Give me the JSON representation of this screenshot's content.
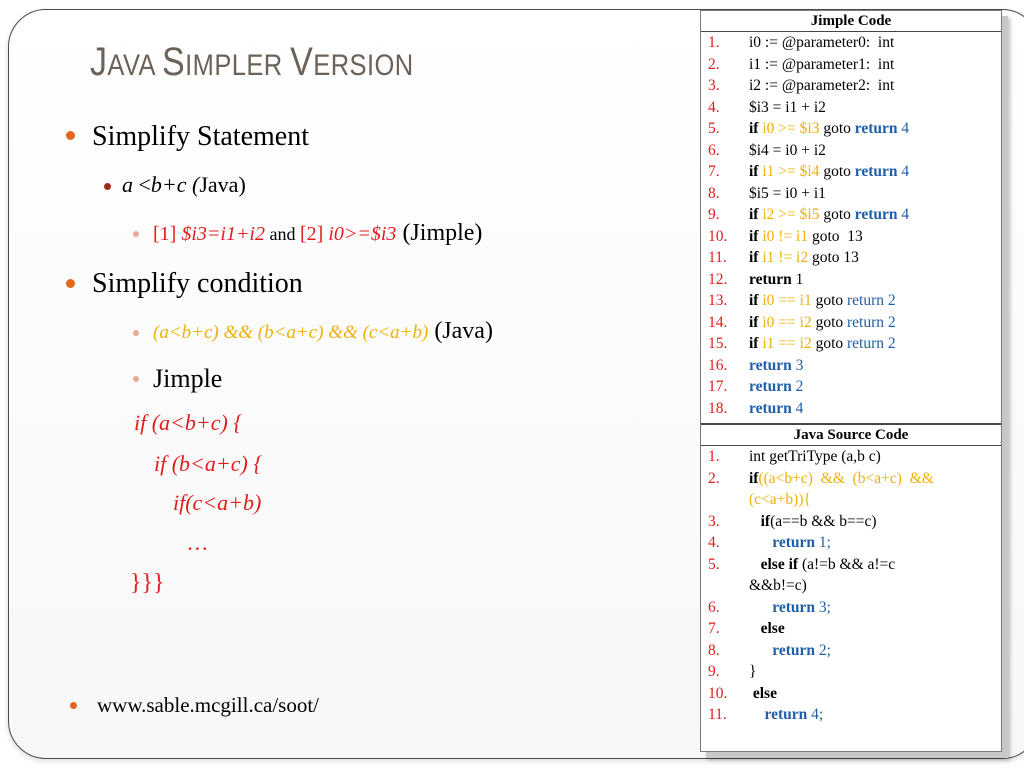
{
  "slide": {
    "title_parts": [
      {
        "cap": "J",
        "rest": "AVA "
      },
      {
        "cap": "S",
        "rest": "IMPLER "
      },
      {
        "cap": "V",
        "rest": "ERSION"
      }
    ],
    "b1": "Simplify Statement",
    "b1_sub": {
      "a": "a ",
      "lt": "<",
      "bc": "b+c (",
      "java": "Java)"
    },
    "b1_sub2": {
      "n1": "[1] ",
      "e1": "$i3=i1+i2",
      "and": " and ",
      "n2": "[2] ",
      "e2": "i0>=$i3",
      "tail": " (Jimple)"
    },
    "b2": "Simplify condition",
    "b2_sub1": {
      "cond": "(a<b+c) && (b<a+c) && (c<a+b)",
      "tail": " (Java)"
    },
    "b2_sub2": "Jimple",
    "code_lines": [
      "if (a<b+c) {",
      "if (b<a+c) {",
      "if(c<a+b)",
      "…",
      "}}}"
    ],
    "link": "www.sable.mcgill.ca/soot/"
  },
  "jimple": {
    "header": "Jimple Code",
    "rows": [
      {
        "n": "1.",
        "segs": [
          {
            "t": "i0 := @parameter0:  int",
            "c": ""
          }
        ]
      },
      {
        "n": "2.",
        "segs": [
          {
            "t": "i1 := @parameter1:  int",
            "c": ""
          }
        ]
      },
      {
        "n": "3.",
        "segs": [
          {
            "t": "i2 := @parameter2:  int",
            "c": ""
          }
        ]
      },
      {
        "n": "4.",
        "segs": [
          {
            "t": "$i3 = i1 + i2",
            "c": ""
          }
        ]
      },
      {
        "n": "5.",
        "segs": [
          {
            "t": "if ",
            "c": "kwb"
          },
          {
            "t": "i0 >= $i3",
            "c": "yel"
          },
          {
            "t": " goto ",
            "c": ""
          },
          {
            "t": "return",
            "c": "kw"
          },
          {
            "t": " 4",
            "c": "blu"
          }
        ]
      },
      {
        "n": "6.",
        "segs": [
          {
            "t": "$i4 = i0 + i2",
            "c": ""
          }
        ]
      },
      {
        "n": "7.",
        "segs": [
          {
            "t": "if ",
            "c": "kwb"
          },
          {
            "t": "i1 >= $i4",
            "c": "yel"
          },
          {
            "t": " goto ",
            "c": ""
          },
          {
            "t": "return",
            "c": "kw"
          },
          {
            "t": " 4",
            "c": "blu"
          }
        ]
      },
      {
        "n": "8.",
        "segs": [
          {
            "t": "$i5 = i0 + i1",
            "c": ""
          }
        ]
      },
      {
        "n": "9.",
        "segs": [
          {
            "t": "if ",
            "c": "kwb"
          },
          {
            "t": "i2 >= $i5",
            "c": "yel"
          },
          {
            "t": " goto ",
            "c": ""
          },
          {
            "t": "return",
            "c": "kw"
          },
          {
            "t": " 4",
            "c": "blu"
          }
        ]
      },
      {
        "n": "10.",
        "segs": [
          {
            "t": "if ",
            "c": "kwb"
          },
          {
            "t": "i0 != i1",
            "c": "yel"
          },
          {
            "t": " goto  13",
            "c": ""
          }
        ]
      },
      {
        "n": "11.",
        "segs": [
          {
            "t": "if ",
            "c": "kwb"
          },
          {
            "t": "i1 != i2",
            "c": "yel"
          },
          {
            "t": " goto 13",
            "c": ""
          }
        ]
      },
      {
        "n": "12.",
        "segs": [
          {
            "t": "return",
            "c": "kwb"
          },
          {
            "t": " 1",
            "c": ""
          }
        ]
      },
      {
        "n": "13.",
        "segs": [
          {
            "t": "if ",
            "c": "kwb"
          },
          {
            "t": "i0 == i1",
            "c": "yel"
          },
          {
            "t": " goto ",
            "c": ""
          },
          {
            "t": "return 2",
            "c": "blu"
          }
        ]
      },
      {
        "n": "14.",
        "segs": [
          {
            "t": "if ",
            "c": "kwb"
          },
          {
            "t": "i0 == i2",
            "c": "yel"
          },
          {
            "t": " goto ",
            "c": ""
          },
          {
            "t": "return 2",
            "c": "blu"
          }
        ]
      },
      {
        "n": "15.",
        "segs": [
          {
            "t": "if ",
            "c": "kwb"
          },
          {
            "t": "i1 == i2",
            "c": "yel"
          },
          {
            "t": " goto ",
            "c": ""
          },
          {
            "t": "return 2",
            "c": "blu"
          }
        ]
      },
      {
        "n": "16.",
        "segs": [
          {
            "t": "return",
            "c": "kw"
          },
          {
            "t": " 3",
            "c": "blu"
          }
        ]
      },
      {
        "n": "17.",
        "segs": [
          {
            "t": "return",
            "c": "kw"
          },
          {
            "t": " 2",
            "c": "blu"
          }
        ]
      },
      {
        "n": "18.",
        "segs": [
          {
            "t": "return",
            "c": "kw"
          },
          {
            "t": " 4",
            "c": "blu"
          }
        ]
      }
    ]
  },
  "java": {
    "header": "Java Source Code",
    "rows": [
      {
        "n": "1.",
        "segs": [
          {
            "t": "int getTriType (a,b c)",
            "c": ""
          }
        ]
      },
      {
        "n": "2.",
        "segs": [
          {
            "t": "if",
            "c": "kwb"
          },
          {
            "t": "((a<b+c)  &&  (b<a+c)  &&",
            "c": "yel"
          }
        ]
      },
      {
        "n": "",
        "segs": [
          {
            "t": "(c<a+b)){",
            "c": "yel"
          }
        ]
      },
      {
        "n": "3.",
        "segs": [
          {
            "t": "   if",
            "c": "kwb"
          },
          {
            "t": "(a==b && b==c)",
            "c": ""
          }
        ]
      },
      {
        "n": "4.",
        "segs": [
          {
            "t": "      return",
            "c": "kw"
          },
          {
            "t": " 1;",
            "c": "blu"
          }
        ]
      },
      {
        "n": "5.",
        "segs": [
          {
            "t": "   else if",
            "c": "kwb"
          },
          {
            "t": " (a!=b && a!=c",
            "c": ""
          }
        ]
      },
      {
        "n": "",
        "segs": [
          {
            "t": "&&b!=c)",
            "c": ""
          }
        ]
      },
      {
        "n": "6.",
        "segs": [
          {
            "t": "      return",
            "c": "kw"
          },
          {
            "t": " 3;",
            "c": "blu"
          }
        ]
      },
      {
        "n": "7.",
        "segs": [
          {
            "t": "   else",
            "c": "kwb"
          }
        ]
      },
      {
        "n": "8.",
        "segs": [
          {
            "t": "      return",
            "c": "kw"
          },
          {
            "t": " 2;",
            "c": "blu"
          }
        ]
      },
      {
        "n": "9.",
        "segs": [
          {
            "t": "}",
            "c": ""
          }
        ]
      },
      {
        "n": "10.",
        "segs": [
          {
            "t": " else",
            "c": "kwb"
          }
        ]
      },
      {
        "n": "11.",
        "segs": [
          {
            "t": "    return",
            "c": "kw"
          },
          {
            "t": " 4;",
            "c": "blu"
          }
        ]
      }
    ]
  },
  "colors": {
    "accent_red": "#e11c1c",
    "accent_orange": "#efb008",
    "keyword_blue": "#1f5fa8",
    "bullet_orange": "#e2661b",
    "bullet_dark": "#9c2b1a",
    "bullet_light": "#e8a893"
  }
}
